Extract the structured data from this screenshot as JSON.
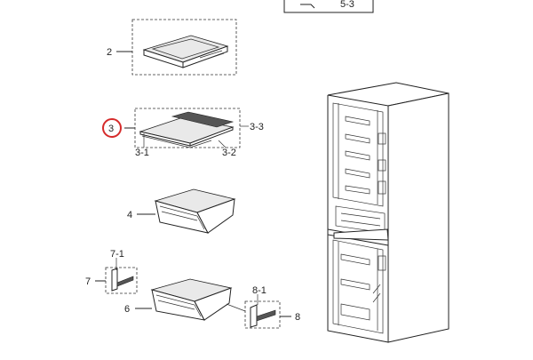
{
  "labels": {
    "p5_3": "5-3",
    "p2": "2",
    "p3": "3",
    "p3_1": "3-1",
    "p3_2": "3-2",
    "p3_3": "3-3",
    "p4": "4",
    "p6": "6",
    "p7": "7",
    "p7_1": "7-1",
    "p8": "8",
    "p8_1": "8-1"
  },
  "colors": {
    "highlight_circle": "#d62b2b",
    "line": "#222222",
    "background": "#ffffff"
  }
}
